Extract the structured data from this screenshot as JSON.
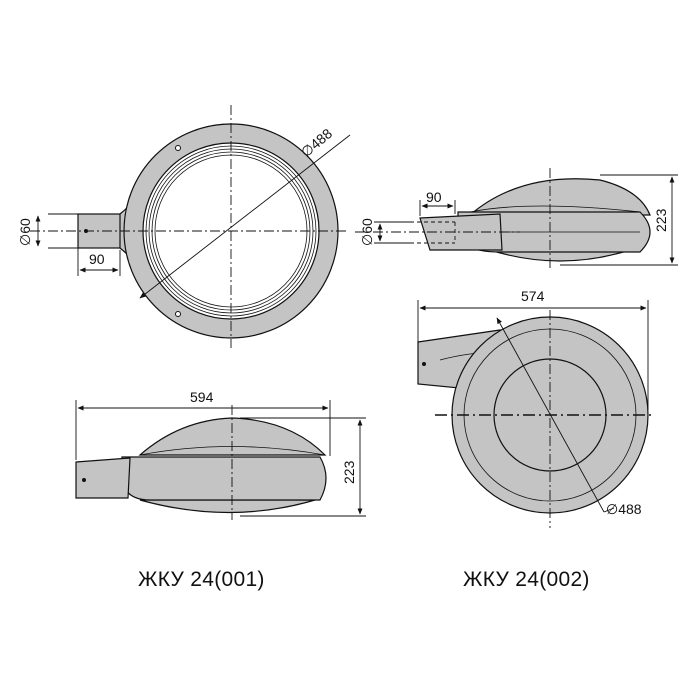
{
  "views": {
    "a_top": {
      "diameter": "∅488",
      "mount_diameter": "∅60",
      "mount_length": "90"
    },
    "b_side": {
      "mount_length": "90",
      "height": "223",
      "mount_diameter": "∅60"
    },
    "a_side": {
      "length": "594",
      "height": "223"
    },
    "b_top": {
      "length": "574",
      "diameter": "∅488"
    }
  },
  "captions": {
    "left": "ЖКУ 24(001)",
    "right": "ЖКУ 24(002)"
  }
}
